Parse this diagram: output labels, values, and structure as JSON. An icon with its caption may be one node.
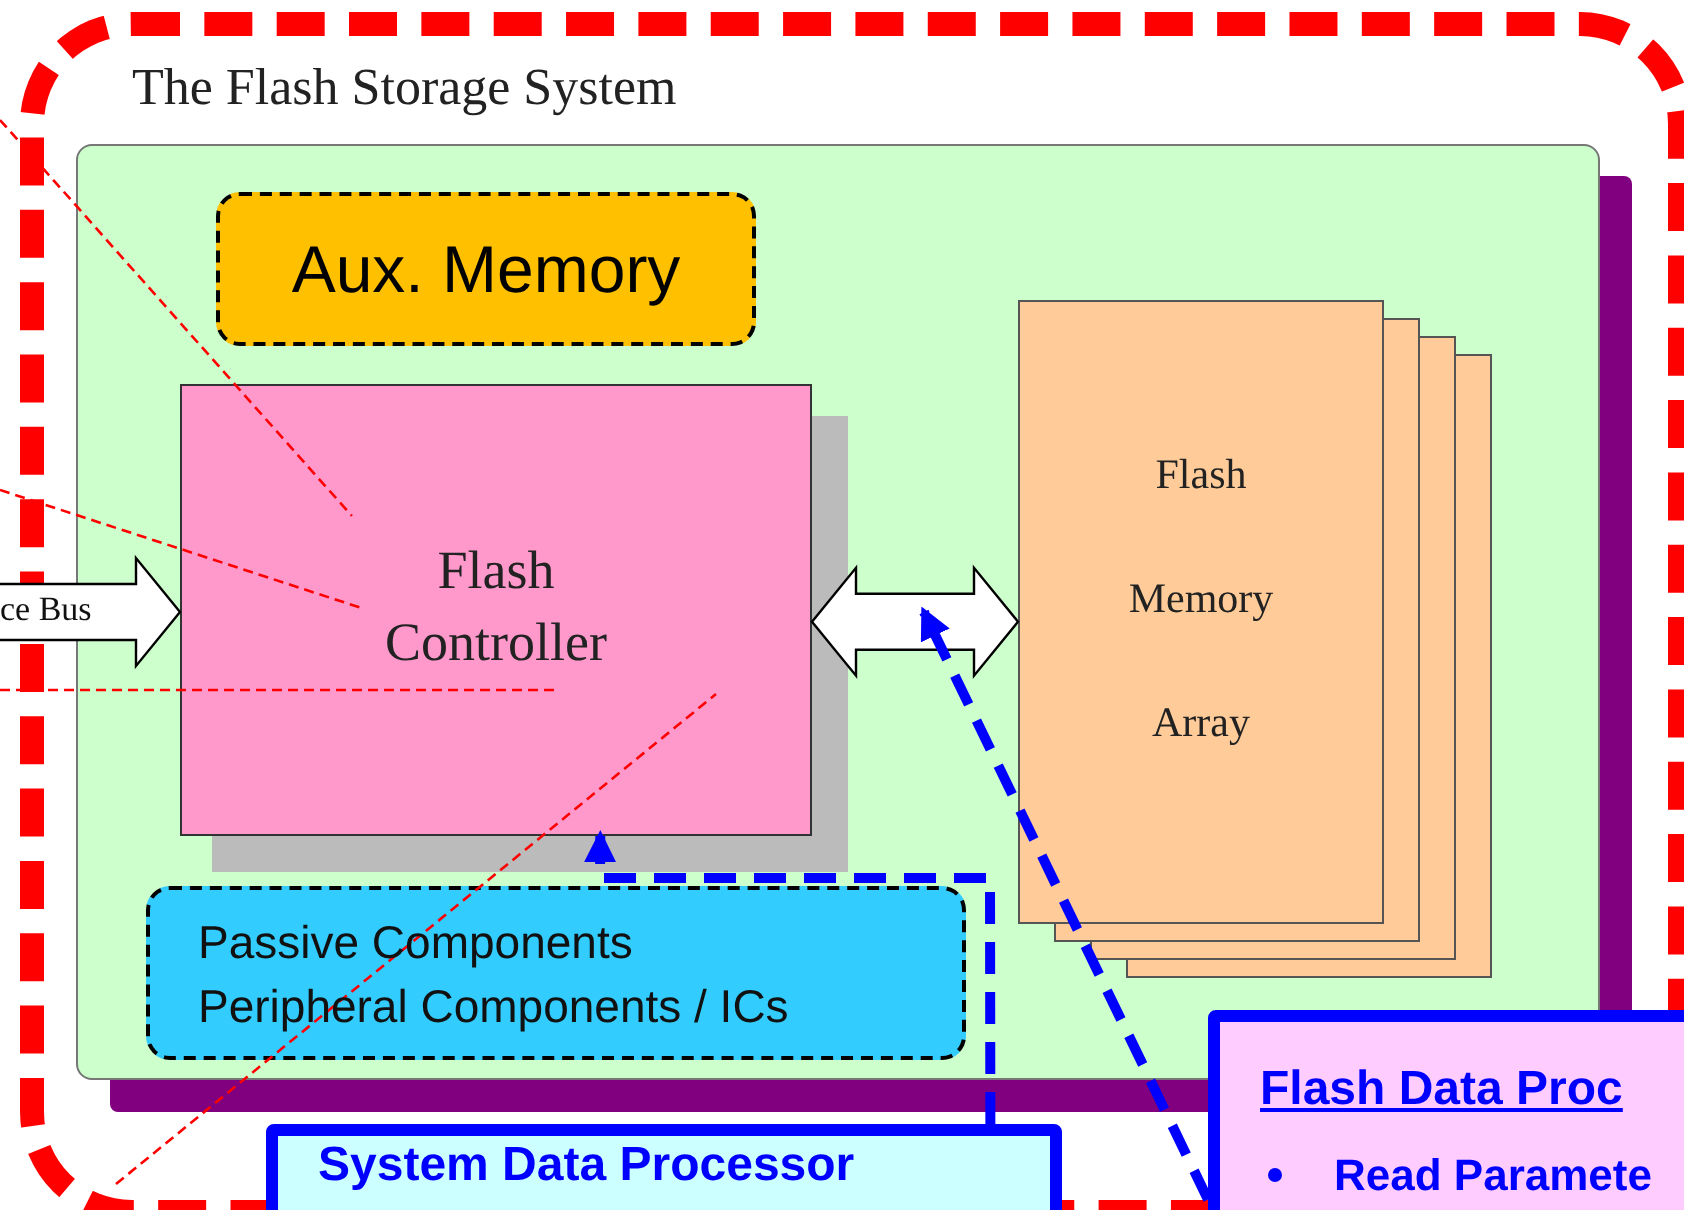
{
  "diagram": {
    "nodes": [
      {
        "text": [
          "The Flash Storage System"
        ]
      },
      {
        "text": [],
        "shape": "box",
        "in": 0
      },
      {
        "text": [
          "Aux. Memory"
        ],
        "in": 1
      },
      {
        "text": [
          "Flash Controller"
        ],
        "in": 1
      },
      {
        "text": [
          "Flash Memory Array"
        ],
        "in": 1
      },
      {
        "text": [
          "Passive Components",
          "Peripheral Components / ICs"
        ],
        "in": 1
      },
      {
        "text": [
          "System Data Processor"
        ]
      },
      {
        "text": [
          "Flash Data Proc",
          "Read Paramete"
        ]
      }
    ],
    "edges": [
      {
        "from": null,
        "to": 3,
        "arrow": "to",
        "label": "ce Bus",
        "style": "thick",
        "color": "#000000"
      },
      {
        "from": 3,
        "to": 4,
        "arrow": "both",
        "style": "thick",
        "color": "#000000"
      },
      {
        "from": 6,
        "to": 3,
        "arrow": "to",
        "style": "dashed",
        "color": "#0000ff"
      },
      {
        "from": 7,
        "to": null,
        "arrow": "to",
        "style": "dashed",
        "color": "#0000ff"
      },
      {
        "from": null,
        "to": 3,
        "arrow": "none",
        "style": "dashed",
        "color": "#ff0000"
      },
      {
        "from": null,
        "to": 3,
        "arrow": "none",
        "style": "dashed",
        "color": "#ff0000"
      },
      {
        "from": null,
        "to": 3,
        "arrow": "none",
        "style": "dashed",
        "color": "#ff0000"
      },
      {
        "from": null,
        "to": 3,
        "arrow": "none",
        "style": "dashed",
        "color": "#ff0000"
      }
    ]
  }
}
